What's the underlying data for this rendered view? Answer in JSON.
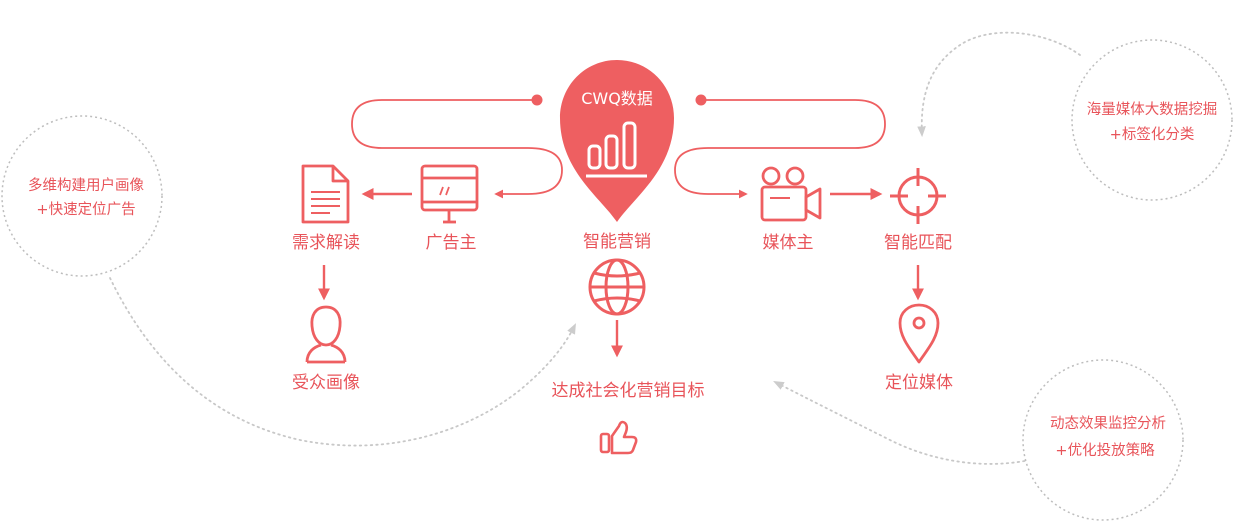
{
  "colors": {
    "accent": "#ee5f61",
    "dotted": "#c8c8c8",
    "bubble_border": "#bdbdbd"
  },
  "center": {
    "title": "CWQ数据",
    "label": "智能营销",
    "icon": "bar-chart-icon"
  },
  "nodes": {
    "advertiser": {
      "label": "广告主",
      "icon": "monitor-icon"
    },
    "needs": {
      "label": "需求解读",
      "icon": "document-icon"
    },
    "audience": {
      "label": "受众画像",
      "icon": "user-icon"
    },
    "media_owner": {
      "label": "媒体主",
      "icon": "video-camera-icon"
    },
    "matching": {
      "label": "智能匹配",
      "icon": "crosshair-icon"
    },
    "locate": {
      "label": "定位媒体",
      "icon": "map-pin-icon"
    },
    "goal": {
      "label": "达成社会化营销目标",
      "icon": "globe-icon"
    },
    "like": {
      "icon": "thumbs-up-icon"
    }
  },
  "bubbles": {
    "left": {
      "line1": "多维构建用户画像",
      "line2": "+快速定位广告"
    },
    "top_right": {
      "line1": "海量媒体大数据挖掘",
      "line2": "+标签化分类"
    },
    "bottom_right": {
      "line1": "动态效果监控分析",
      "line2": "+优化投放策略"
    }
  }
}
